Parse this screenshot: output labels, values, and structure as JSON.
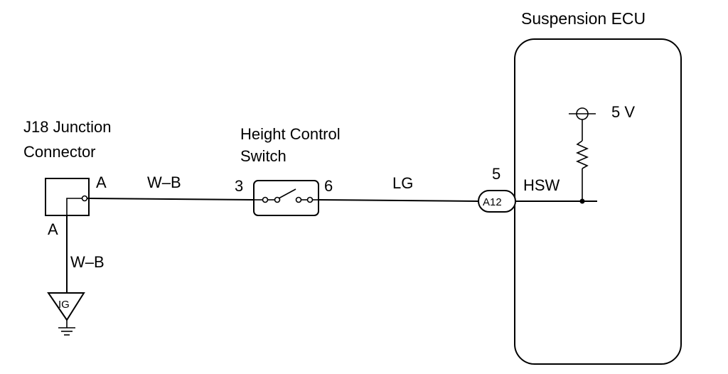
{
  "ecu": {
    "title": "Suspension ECU",
    "voltage_label": "5 V",
    "terminal_number": "5",
    "terminal_name": "HSW",
    "connector_id": "A12"
  },
  "junction": {
    "title_line1": "J18 Junction",
    "title_line2": "Connector",
    "pin_right": "A",
    "pin_bottom": "A"
  },
  "switch": {
    "title_line1": "Height Control",
    "title_line2": "Switch",
    "pin_left": "3",
    "pin_right": "6"
  },
  "wires": {
    "junction_to_switch": "W–B",
    "switch_to_ecu": "LG",
    "junction_to_ground": "W–B"
  },
  "ground": {
    "label": "IG"
  }
}
